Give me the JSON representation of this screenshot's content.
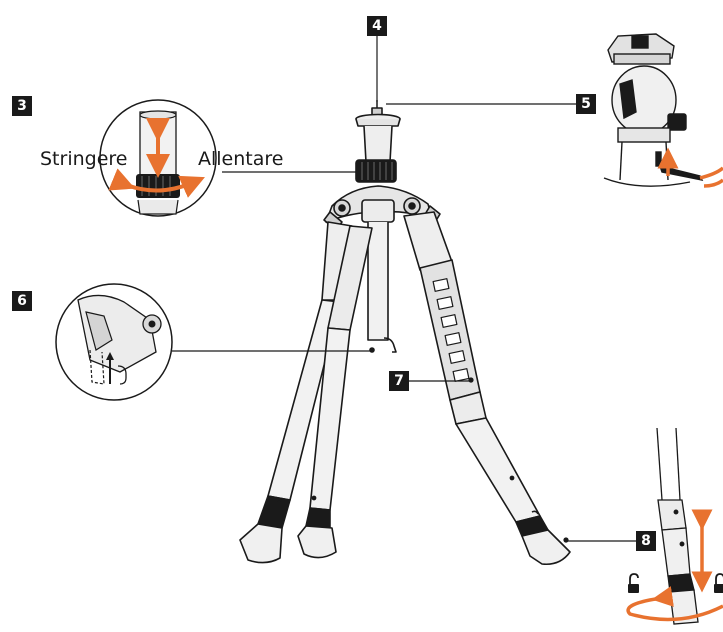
{
  "callouts": [
    {
      "id": "badge-3",
      "number": "3"
    },
    {
      "id": "badge-4",
      "number": "4"
    },
    {
      "id": "badge-5",
      "number": "5"
    },
    {
      "id": "badge-6",
      "number": "6"
    },
    {
      "id": "badge-7",
      "number": "7"
    },
    {
      "id": "badge-8",
      "number": "8"
    }
  ],
  "labels": {
    "tighten": "Stringere",
    "loosen": "Allentare"
  },
  "colors": {
    "line": "#1a1a1a",
    "accent": "#e8722f",
    "fill_light": "#f2f2f2",
    "fill_mid": "#d9d9d9",
    "badge": "#1a1a1a"
  },
  "icons": [
    "lock-open-icon",
    "lock-closed-icon",
    "hex-key-icon"
  ]
}
